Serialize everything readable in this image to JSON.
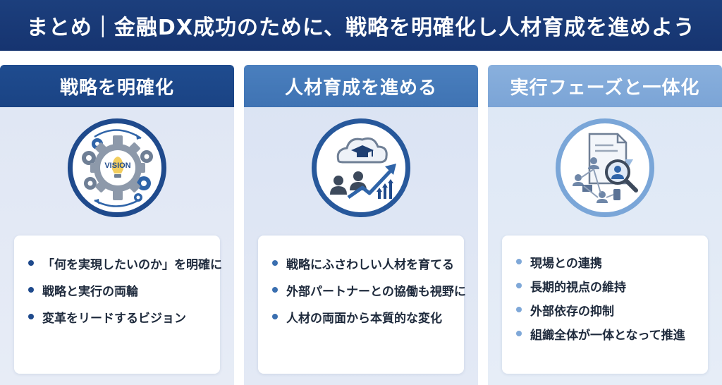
{
  "header": {
    "title": "まとめ｜金融DX成功のために、戦略を明確化し人材育成を進めよう"
  },
  "columns": [
    {
      "title": "戦略を明確化",
      "icon": "gears-vision-icon",
      "icon_label": "VISION",
      "items": [
        "「何を実現したいのか」を明確に",
        "戦略と実行の両輪",
        "変革をリードするビジョン"
      ]
    },
    {
      "title": "人材育成を進める",
      "icon": "people-growth-icon",
      "items": [
        "戦略にふさわしい人材を育てる",
        "外部パートナーとの協働も視野に",
        "人材の両面から本質的な変化"
      ]
    },
    {
      "title": "実行フェーズと一体化",
      "icon": "document-network-search-icon",
      "items": [
        "現場との連携",
        "長期的視点の維持",
        "外部依存の抑制",
        "組織全体が一体となって推進"
      ]
    }
  ],
  "colors": {
    "banner": "#1c3f7d",
    "col1_header": "#1f4c8f",
    "col2_header": "#4a7fbe",
    "col3_header": "#89b0dd"
  }
}
